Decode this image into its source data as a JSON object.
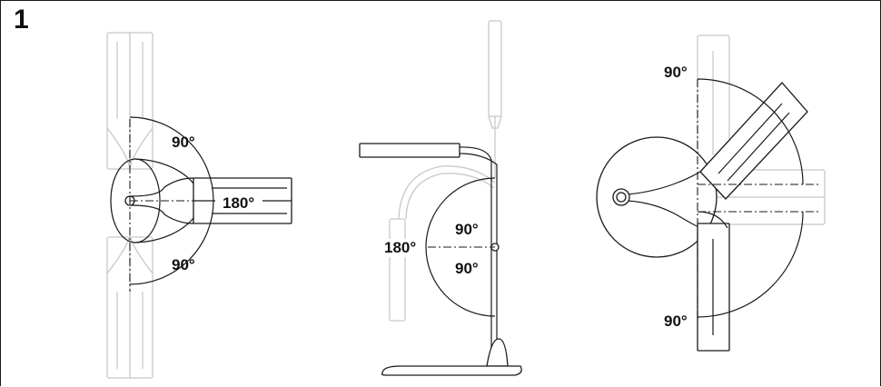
{
  "figure": {
    "number": "1"
  },
  "views": {
    "top_view": {
      "angle_top": "90°",
      "angle_middle": "180°",
      "angle_bottom": "90°"
    },
    "side_view": {
      "angle_upper": "90°",
      "angle_left": "180°",
      "angle_lower": "90°"
    },
    "rotated_view": {
      "angle_top": "90°",
      "angle_bottom": "90°"
    }
  },
  "colors": {
    "line": "#1a1a1a",
    "ghost": "#c8c8c8",
    "background": "#ffffff"
  }
}
